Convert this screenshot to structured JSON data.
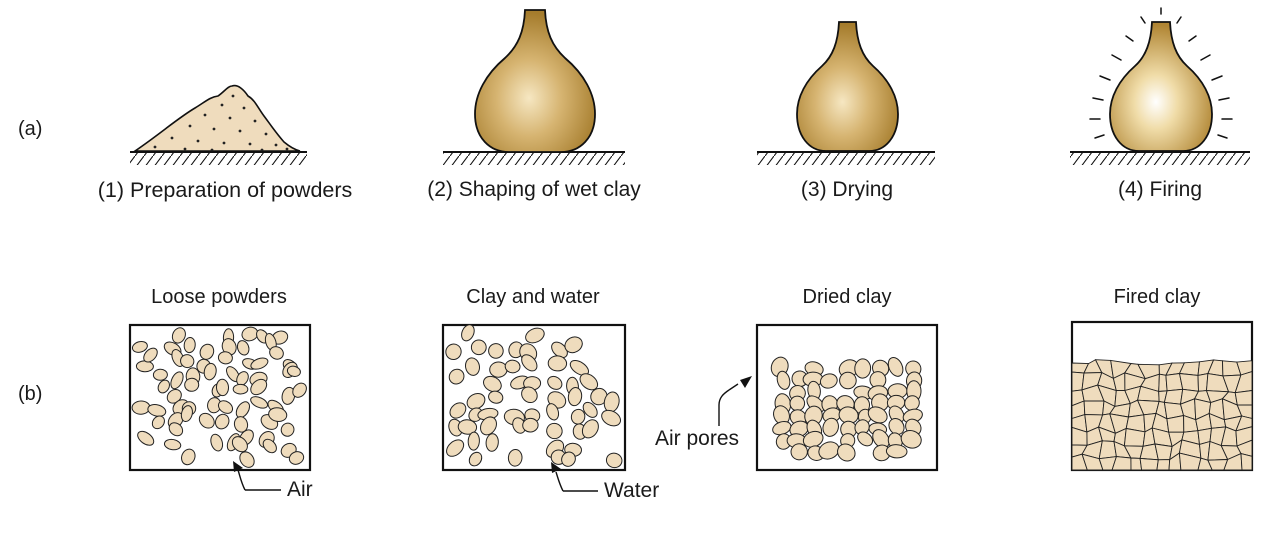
{
  "row_labels": {
    "a": "(a)",
    "b": "(b)"
  },
  "stages": [
    {
      "caption": "(1) Preparation of powders"
    },
    {
      "caption": "(2) Shaping of wet clay"
    },
    {
      "caption": "(3) Drying"
    },
    {
      "caption": "(4) Firing"
    }
  ],
  "boxes": [
    {
      "title": "Loose powders",
      "callout": "Air"
    },
    {
      "title": "Clay and water",
      "callout": "Water"
    },
    {
      "title": "Dried clay",
      "callout": "Air pores"
    },
    {
      "title": "Fired clay",
      "callout": ""
    }
  ],
  "colors": {
    "powder": "#efdcbd",
    "vase": "#b8913f",
    "vase_highlight": "#f3e2b8",
    "line": "#111111"
  },
  "icons": [
    "powder-pile-icon",
    "vase-icon",
    "glow-rays-icon",
    "hatched-ground-icon",
    "arrow-icon"
  ]
}
